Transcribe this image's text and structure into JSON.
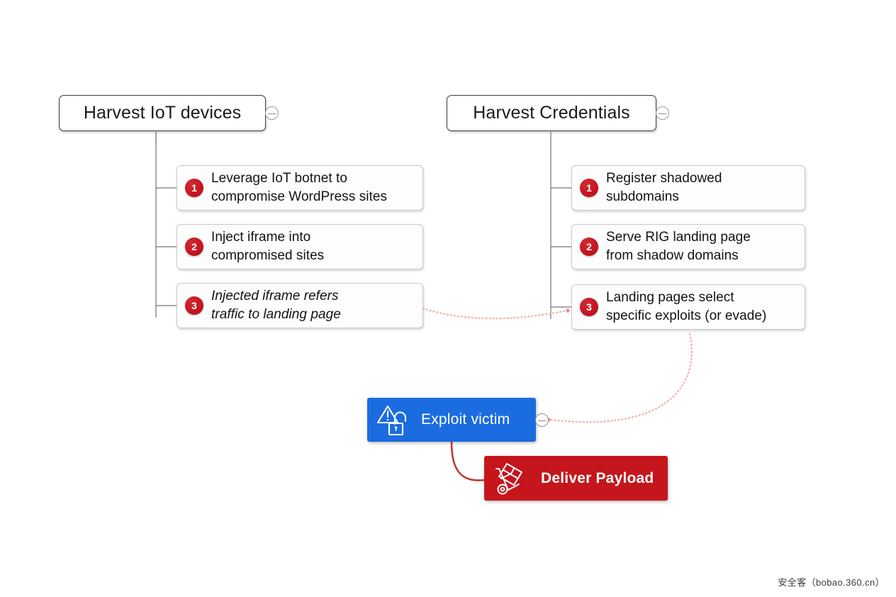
{
  "diagram": {
    "title": "RIG Exploit Kit attack chain mind map",
    "colors": {
      "badge_red": "#c21420",
      "blue_node": "#1b6ce0",
      "red_node": "#c4161c",
      "connector_solid": "#c0392f",
      "connector_dotted": "#f3b7b5",
      "tree_line": "#767676",
      "root_border": "#3d3d3d"
    },
    "branches": [
      {
        "id": "harvest-iot",
        "label": "Harvest IoT devices",
        "toggle_icon": "collapse-minus-icon",
        "children": [
          {
            "number": "1",
            "text_line1": "Leverage IoT botnet to",
            "text_line2": "compromise WordPress sites",
            "italic": false
          },
          {
            "number": "2",
            "text_line1": "Inject iframe into",
            "text_line2": "compromised sites",
            "italic": false
          },
          {
            "number": "3",
            "text_line1": "Injected iframe refers",
            "text_line2": "traffic to landing page",
            "italic": true
          }
        ]
      },
      {
        "id": "harvest-credentials",
        "label": "Harvest Credentials",
        "toggle_icon": "collapse-minus-icon",
        "children": [
          {
            "number": "1",
            "text_line1": "Register shadowed",
            "text_line2": "subdomains",
            "italic": false
          },
          {
            "number": "2",
            "text_line1": "Serve RIG landing page",
            "text_line2": "from shadow domains",
            "italic": false
          },
          {
            "number": "3",
            "text_line1": "Landing pages select",
            "text_line2": "specific exploits (or evade)",
            "italic": false
          }
        ]
      }
    ],
    "stage_nodes": [
      {
        "id": "exploit-victim",
        "label": "Exploit victim",
        "icon": "warning-triangle-open-padlock-icon",
        "style": "blue",
        "toggle_icon": "collapse-minus-icon"
      },
      {
        "id": "deliver-payload",
        "label": "Deliver Payload",
        "icon": "hand-truck-box-icon",
        "style": "red"
      }
    ]
  },
  "watermark": {
    "text": "安全客（bobao.360.cn）"
  }
}
